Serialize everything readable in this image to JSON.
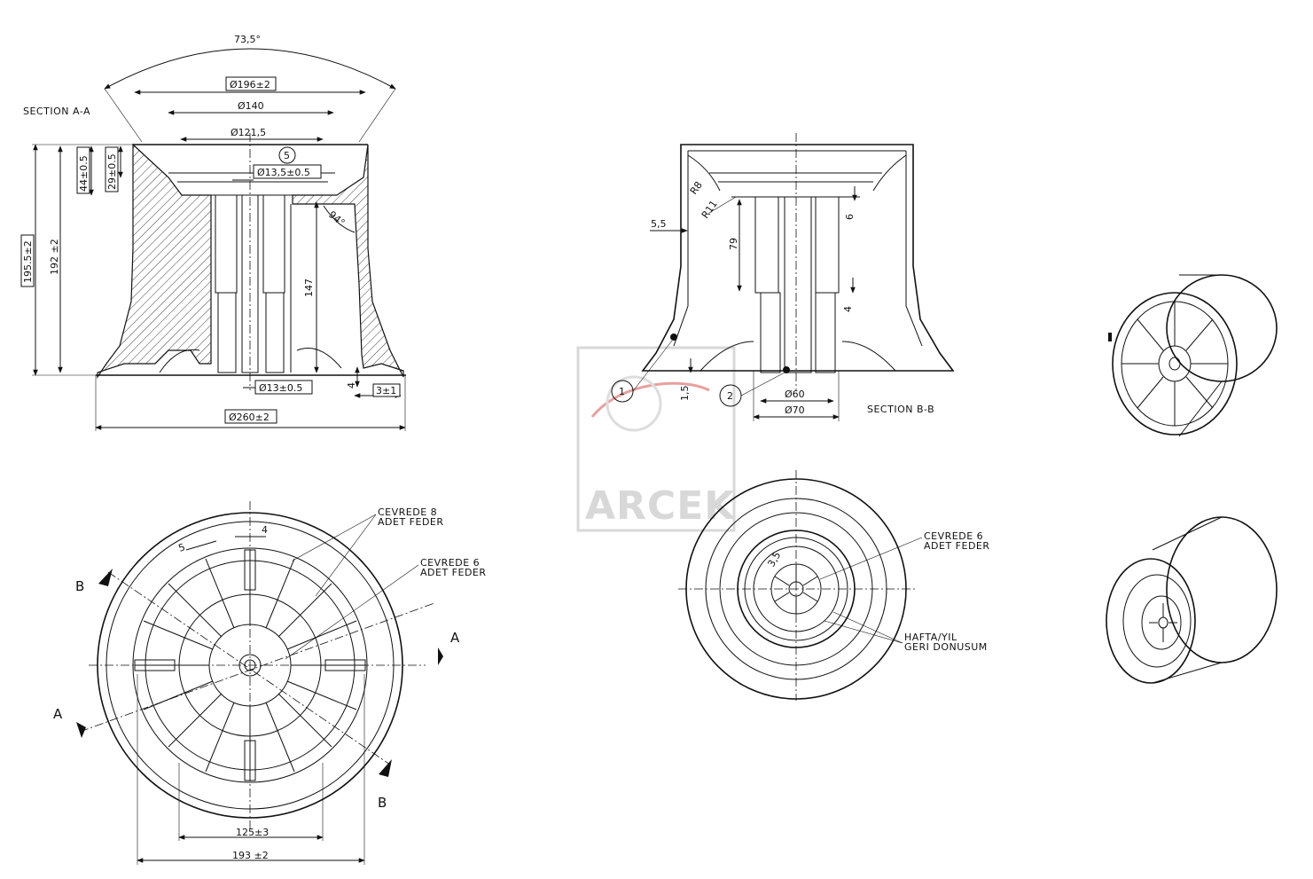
{
  "section_aa": {
    "title": "SECTION A-A",
    "dims": {
      "angle": "73,5°",
      "d196": "Ø196±2",
      "d140": "Ø140",
      "d1215": "Ø121,5",
      "d135": "Ø13,5±0.5",
      "balloon": "5",
      "h44": "44±0.5",
      "h29": "29±0.5",
      "h1955": "195.5±2",
      "h192": "192 ±2",
      "h147": "147",
      "angle94": "94°",
      "d13": "Ø13±0.5",
      "h4": "4",
      "w3": "3±1",
      "d260": "Ø260±2"
    }
  },
  "section_bb": {
    "title": "SECTION B-B",
    "dims": {
      "r8": "R8",
      "r11": "R11",
      "w55": "5,5",
      "h79": "79",
      "h6": "6",
      "h4": "4",
      "h15": "1,5",
      "d60": "Ø60",
      "d70": "Ø70",
      "balloon1": "1",
      "balloon2": "2"
    }
  },
  "bottom_view": {
    "cevrede8": [
      "CEVREDE 8",
      "ADET FEDER"
    ],
    "cevrede6": [
      "CEVREDE 6",
      "ADET FEDER"
    ],
    "dim5": "5",
    "dim4": "4",
    "d125": "125±3",
    "d193": "193 ±2",
    "markA": "A",
    "markB": "B"
  },
  "top_view": {
    "cevrede6": [
      "CEVREDE 6",
      "ADET FEDER"
    ],
    "hafta": [
      "HAFTA/YIL",
      "GERI DONUSUM"
    ],
    "dim35": "3,5"
  },
  "watermark": {
    "text": "ARCEK"
  },
  "colors": {
    "line": "#111111",
    "watermark_gray": "#d8d8d8",
    "watermark_red": "#e8a0a0"
  }
}
